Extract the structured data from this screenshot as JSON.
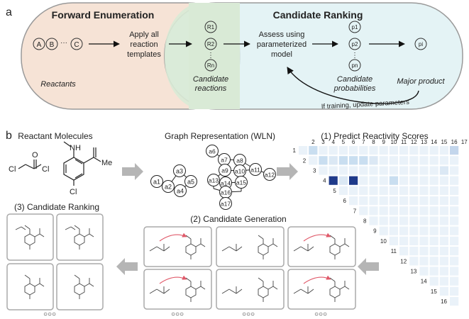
{
  "panel_a": {
    "label": "a",
    "forward_title": "Forward Enumeration",
    "ranking_title": "Candidate Ranking",
    "reactant_circles": [
      "A",
      "B",
      "C"
    ],
    "reactant_dots": "···",
    "reactants_label": "Reactants",
    "apply_line1": "Apply all",
    "apply_line2": "reaction",
    "apply_line3": "templates",
    "candidate_circles": [
      "R1",
      "R2",
      "Rn"
    ],
    "candidate_dots": "⋮",
    "candidate_reactions_line1": "Candidate",
    "candidate_reactions_line2": "reactions",
    "assess_line1": "Assess using",
    "assess_line2": "parameterized",
    "assess_line3": "model",
    "prob_circles": [
      "p1",
      "p2",
      "pn"
    ],
    "prob_dots": "⋮",
    "candidate_prob_line1": "Candidate",
    "candidate_prob_line2": "probabilities",
    "major_circle": "pi",
    "major_product": "Major product",
    "feedback": "If training, update parameters"
  },
  "panel_b": {
    "label": "b",
    "reactant_molecules": "Reactant Molecules",
    "cl_left": "Cl",
    "cl_right": "Cl",
    "o_label": "O",
    "nh_label": "NH",
    "me_label": "Me",
    "cl_bottom": "Cl",
    "graph_title": "Graph Representation (WLN)",
    "small_graph_nodes": [
      "a1",
      "a2",
      "a3",
      "a4",
      "a5"
    ],
    "big_graph_nodes": [
      "a6",
      "a7",
      "a8",
      "a9",
      "a10",
      "a11",
      "a12",
      "a13",
      "a14",
      "a15",
      "a16",
      "a17"
    ],
    "reactivity_title": "(1) Predict Reactivity Scores",
    "matrix_col_labels": [
      "2",
      "3",
      "4",
      "5",
      "6",
      "7",
      "8",
      "9",
      "10",
      "11",
      "12",
      "13",
      "14",
      "15",
      "16",
      "17"
    ],
    "matrix_diag_labels": [
      "1",
      "2",
      "3",
      "4",
      "5",
      "6",
      "7",
      "8",
      "9",
      "10",
      "11",
      "12",
      "13",
      "14",
      "15",
      "16"
    ],
    "generation_title": "(2) Candidate Generation",
    "ranking_title": "(3) Candidate Ranking",
    "more_dots": "○○○"
  }
}
